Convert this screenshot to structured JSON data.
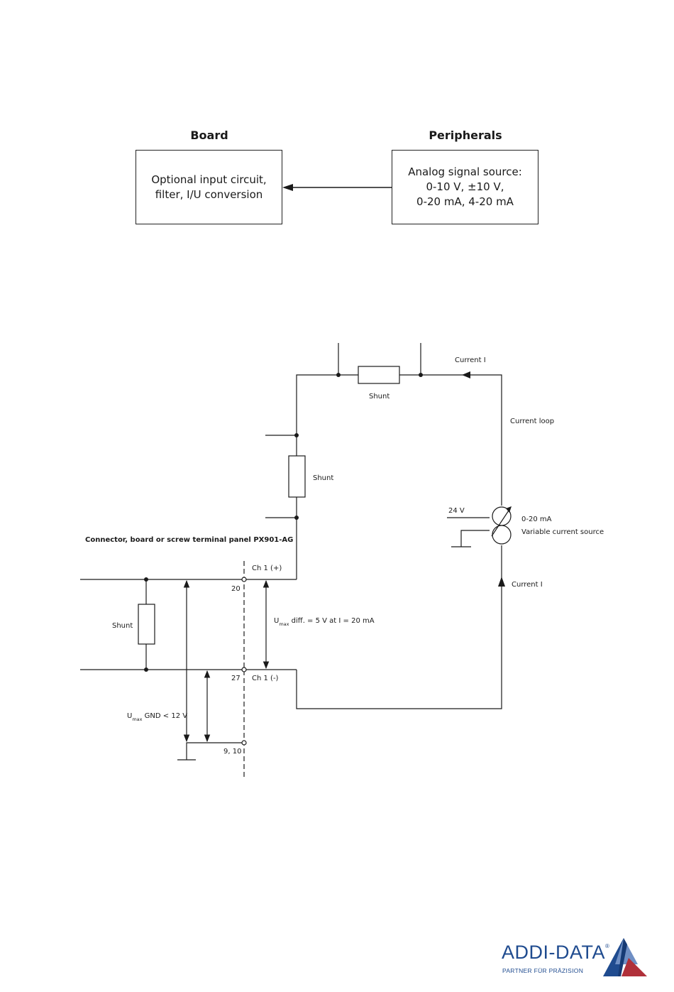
{
  "block_diagram": {
    "board_heading": "Board",
    "peripherals_heading": "Peripherals",
    "board_box_lines": [
      "Optional input circuit,",
      "filter, I/U conversion"
    ],
    "source_box_lines": [
      "Analog signal source:",
      "0-10 V, ±10 V,",
      "0-20 mA, 4-20 mA"
    ]
  },
  "circuit": {
    "connector_label": "Connector, board or screw terminal panel PX901-AG",
    "shunt_top": "Shunt",
    "shunt_mid": "Shunt",
    "shunt_left": "Shunt",
    "current_top": "Current I",
    "current_loop": "Current loop",
    "current_right": "Current I",
    "source_voltage": "24 V",
    "source_range": "0-20 mA",
    "source_name": "Variable current source",
    "ch1_plus": "Ch 1 (+)",
    "ch1_minus": "Ch 1 (-)",
    "pin_plus": "20",
    "pin_minus": "27",
    "pin_gnd": "9, 10",
    "umax_diff_main": "U",
    "umax_diff_sub": "max",
    "umax_diff_rest": " diff. = 5 V at I = 20 mA",
    "umax_gnd_main": "U",
    "umax_gnd_sub": "max",
    "umax_gnd_rest": " GND < 12 V"
  },
  "logo": {
    "name": "ADDI-DATA",
    "registered": "®",
    "tagline": "PARTNER FÜR PRÄZISION",
    "colors": {
      "blue": "#1f4b8f",
      "red": "#b0303a",
      "light_blue": "#6f8fc4"
    }
  }
}
